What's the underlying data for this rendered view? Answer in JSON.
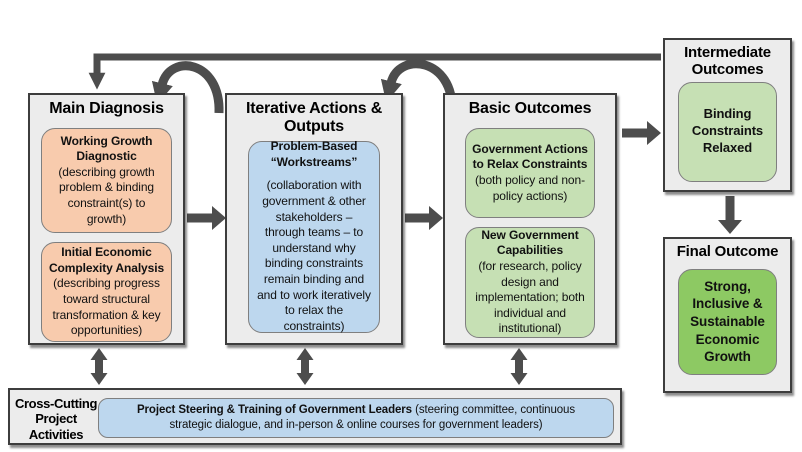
{
  "colors": {
    "background": "#ffffff",
    "panel_fill": "#ececec",
    "panel_border": "#3d3d3d",
    "peach_fill": "#f8cbad",
    "blue_fill": "#bdd7ee",
    "light_green_fill": "#c6e0b4",
    "medium_green_fill": "#8dc963",
    "inner_border": "#7f7f7f",
    "arrow": "#4d4d4d"
  },
  "main_diagnosis": {
    "header": "Main Diagnosis",
    "boxes": [
      {
        "title": "Working Growth Diagnostic",
        "body": "(describing growth problem & binding constraint(s) to growth)"
      },
      {
        "title": "Initial Economic Complexity Analysis",
        "body": "(describing progress toward structural transformation & key opportunities)"
      }
    ]
  },
  "iterative_actions": {
    "header": "Iterative Actions & Outputs",
    "box": {
      "title": "Problem-Based “Workstreams”",
      "body": "(collaboration with government & other stakeholders – through teams – to understand why binding constraints remain binding and and to work iteratively to relax the constraints)"
    }
  },
  "basic_outcomes": {
    "header": "Basic Outcomes",
    "boxes": [
      {
        "title": "Government Actions to Relax Constraints",
        "body": "(both policy and non-policy actions)"
      },
      {
        "title": "New Government Capabilities",
        "body": "(for research, policy design and implementation; both individual and institutional)"
      }
    ]
  },
  "intermediate_outcomes": {
    "header": "Intermediate Outcomes",
    "box": {
      "title": "Binding Constraints Relaxed"
    }
  },
  "final_outcome": {
    "header": "Final Outcome",
    "box": {
      "title": "Strong, Inclusive & Sustainable Economic Growth"
    }
  },
  "cross_cutting": {
    "header": "Cross-Cutting Project Activities",
    "box": {
      "title": "Project Steering & Training of Government Leaders",
      "body": "(steering committee, continuous strategic dialogue, and in-person & online courses for government leaders)"
    }
  }
}
